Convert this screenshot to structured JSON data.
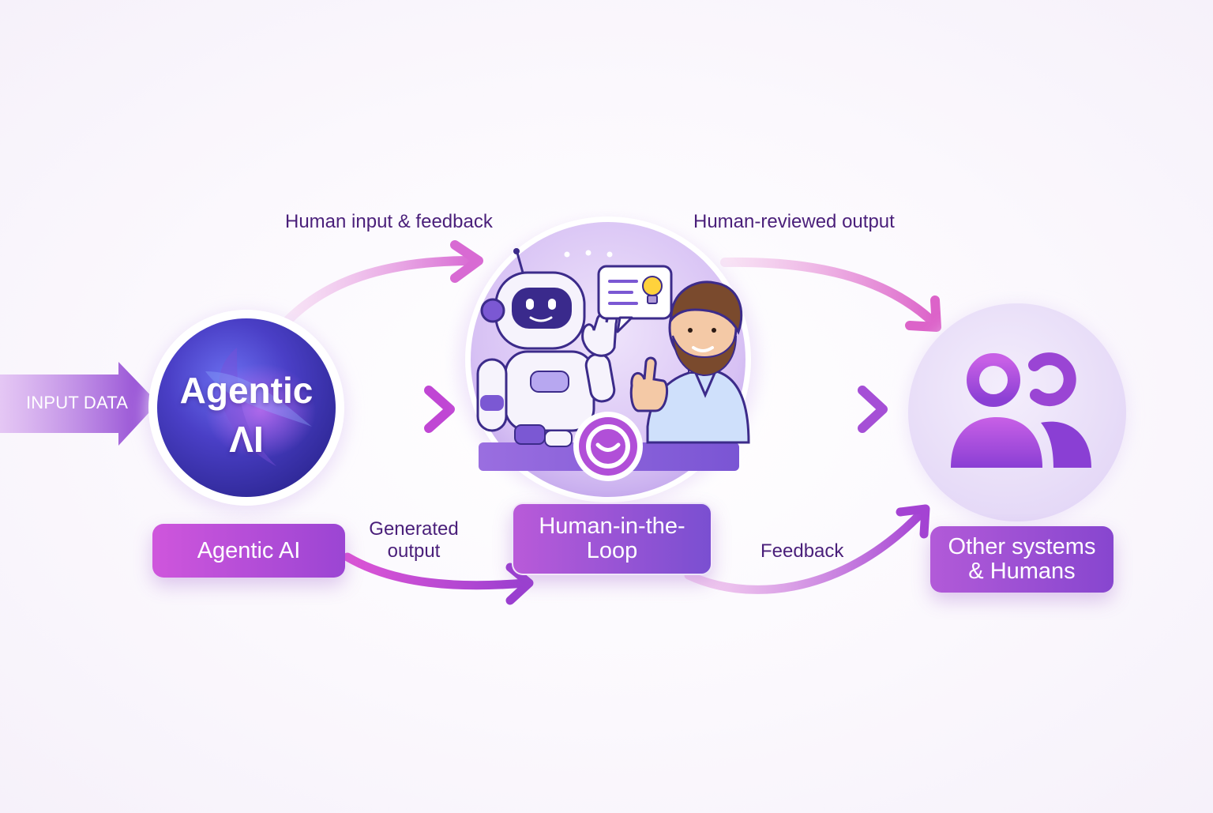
{
  "input": {
    "label": "INPUT DATA"
  },
  "agentic_ai": {
    "circle_line1": "Agentic",
    "circle_line2": "ΛI",
    "pill_label": "Agentic AI"
  },
  "hitl": {
    "pill_line1": "Human-in-the-",
    "pill_line2": "Loop"
  },
  "other": {
    "pill_line1": "Other systems",
    "pill_line2": "& Humans"
  },
  "flows": {
    "human_input_feedback": "Human input & feedback",
    "human_reviewed_output": "Human-reviewed output",
    "generated_output_line1": "Generated",
    "generated_output_line2": "output",
    "feedback": "Feedback"
  },
  "icons": [
    "robot-icon",
    "person-icon",
    "lightbulb-icon",
    "speech-bubble-icon",
    "smile-icon",
    "users-icon"
  ],
  "colors": {
    "accent_purple": "#9b45d3",
    "accent_magenta": "#cf56dc",
    "deep_indigo": "#3b2a9e",
    "label_text": "#4a1f7a"
  }
}
